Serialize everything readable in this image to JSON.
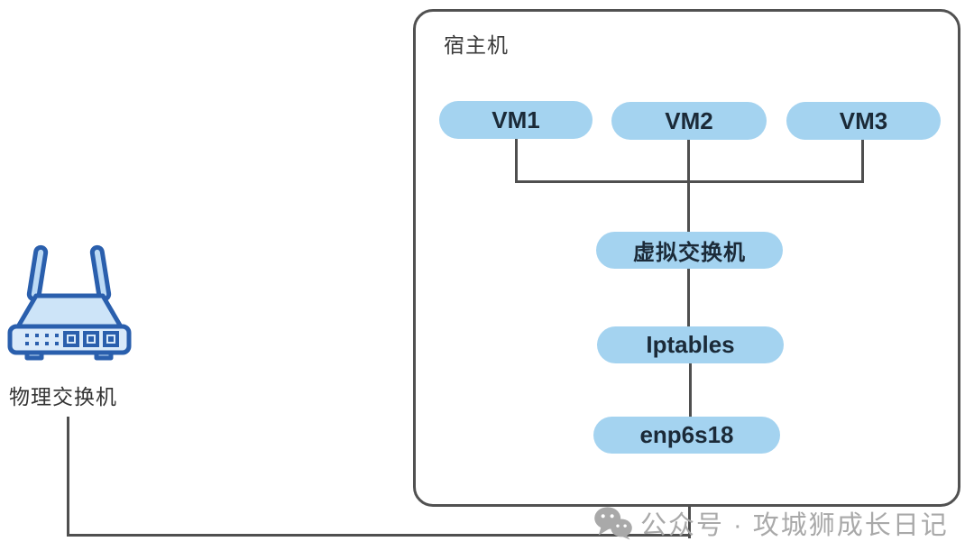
{
  "diagram": {
    "host": {
      "title": "宿主机"
    },
    "vms": [
      {
        "label": "VM1"
      },
      {
        "label": "VM2"
      },
      {
        "label": "VM3"
      }
    ],
    "stack": {
      "virtual_switch": {
        "label": "虚拟交换机"
      },
      "iptables": {
        "label": "Iptables"
      },
      "nic": {
        "label": "enp6s18"
      }
    },
    "physical_switch": {
      "label": "物理交换机",
      "icon": "router-icon"
    },
    "watermark": {
      "icon": "wechat-icon",
      "text": "公众号 · 攻城狮成长日记"
    },
    "colors": {
      "node_fill": "#a4d3f0",
      "node_text": "#1b2a38",
      "connector_line": "#4f4f4f",
      "host_border": "#515151",
      "label_text": "#3a3a3a",
      "watermark_gray": "#a9a9a9",
      "router_outline": "#2a5fad",
      "router_fill_light": "#d9eafa",
      "router_fill_mid": "#bcdaf5"
    }
  }
}
